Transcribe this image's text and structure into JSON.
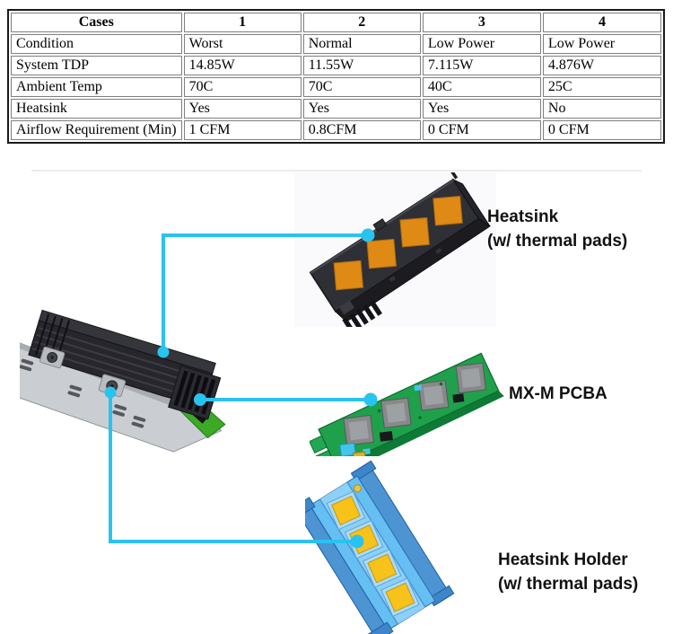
{
  "table": {
    "header": [
      "Cases",
      "1",
      "2",
      "3",
      "4"
    ],
    "rows": [
      [
        "Condition",
        "Worst",
        "Normal",
        "Low Power",
        "Low Power"
      ],
      [
        "System TDP",
        "14.85W",
        "11.55W",
        "7.115W",
        "4.876W"
      ],
      [
        "Ambient Temp",
        "70C",
        "70C",
        "40C",
        "25C"
      ],
      [
        "Heatsink",
        "Yes",
        "Yes",
        "Yes",
        "No"
      ],
      [
        "Airflow Requirement (Min)",
        "1 CFM",
        "0.8CFM",
        "0 CFM",
        "0 CFM"
      ]
    ]
  },
  "diagram": {
    "labels": {
      "heatsink": {
        "title": "Heatsink",
        "subtitle": "(w/ thermal pads)"
      },
      "pcba": {
        "title": "MX-M PCBA"
      },
      "holder": {
        "title": "Heatsink Holder",
        "subtitle": "(w/ thermal pads)"
      }
    },
    "parts": {
      "assembly": "assembled-heatsink-module",
      "heatsink": "heatsink-with-thermal-pads",
      "pcba": "mx-m-pcba-board",
      "holder": "heatsink-holder-with-thermal-pads"
    },
    "colors": {
      "callout_cyan": "#29C3EF",
      "thermal_pad_orange": "#DE8A15",
      "pcb_green": "#1FA14C",
      "holder_blue": "#66BFF2",
      "pad_yellow": "#F7C31A"
    }
  }
}
